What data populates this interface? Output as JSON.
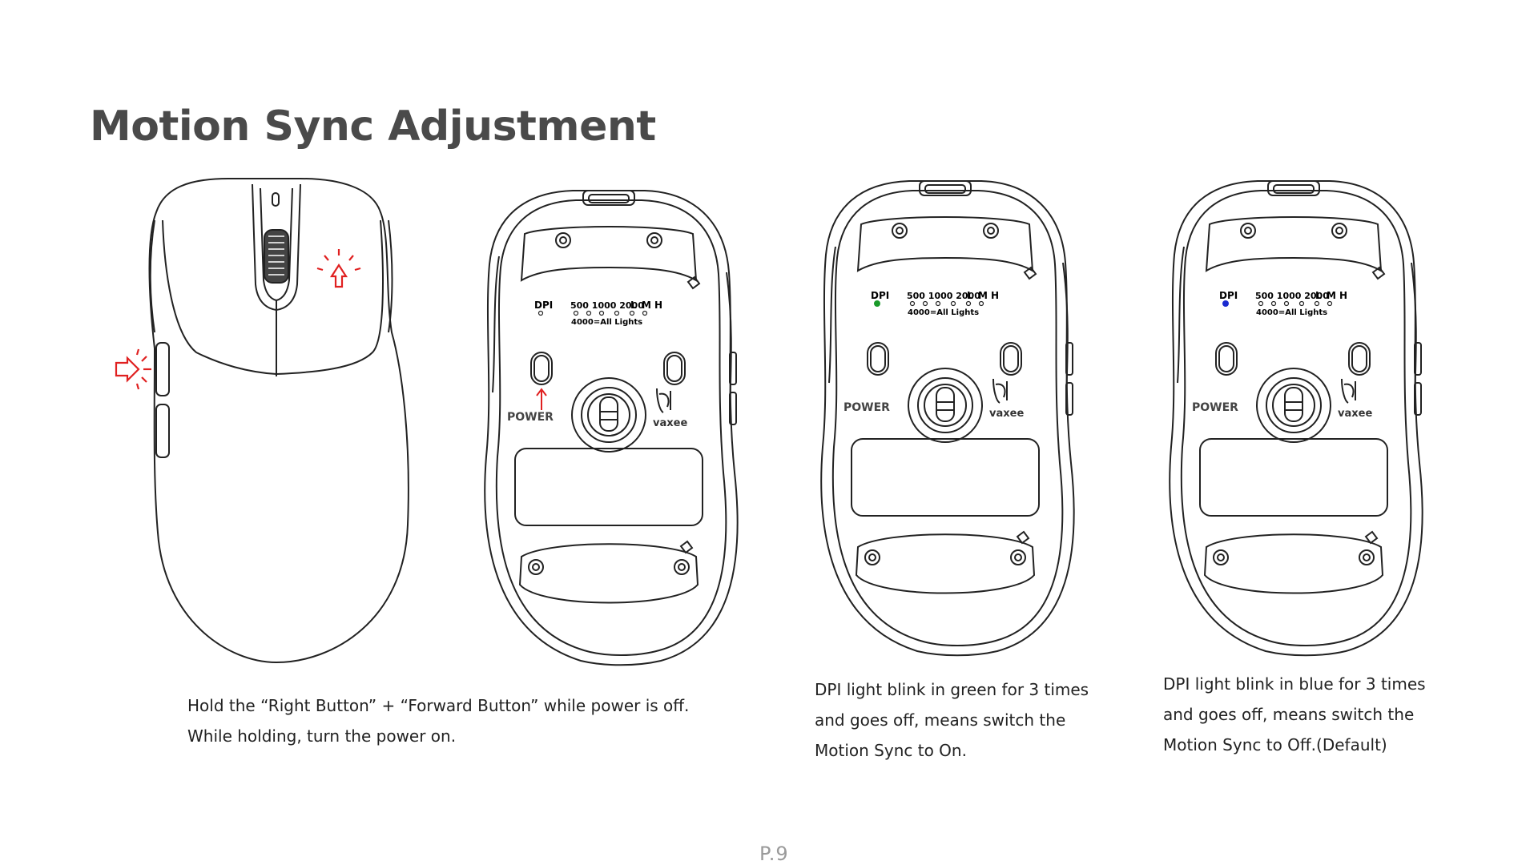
{
  "page": {
    "title": "Motion Sync Adjustment",
    "page_number": "P.9"
  },
  "colors": {
    "title": "#4a4a4a",
    "highlight_red": "#e02020",
    "led_green": "#1a9a2a",
    "led_blue": "#1a2ad0",
    "outline": "#222222"
  },
  "mouse_labels": {
    "dpi": "DPI",
    "dpi_values": "500 1000 2000",
    "level_l": "L",
    "level_m": "M",
    "level_h": "H",
    "all_lights": "4000=All Lights",
    "power": "POWER",
    "brand": "vaxee"
  },
  "steps": [
    {
      "id": "hold-buttons",
      "caption": [
        "Hold the “Right Button” + “Forward Button” while power is off.",
        "While holding, turn the power on."
      ]
    },
    {
      "id": "motion-sync-on",
      "led_color_name": "green",
      "caption": [
        "DPI light blink in green for 3 times",
        "and goes off, means switch the",
        "Motion Sync to On."
      ]
    },
    {
      "id": "motion-sync-off",
      "led_color_name": "blue",
      "caption": [
        "DPI light blink in blue for 3 times",
        "and goes off, means switch the",
        "Motion Sync to Off.(Default)"
      ]
    }
  ]
}
